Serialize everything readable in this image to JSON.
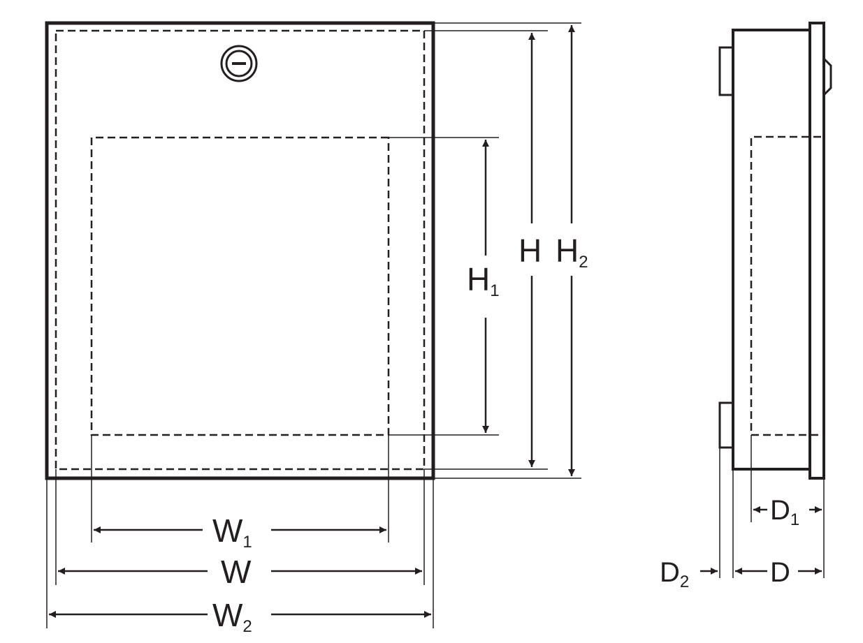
{
  "diagram": {
    "stroke_color": "#231f20",
    "background": "#ffffff",
    "front_view": {
      "lock_icon": "slot-screw-lock-icon",
      "labels": {
        "H": {
          "main": "H",
          "sub": ""
        },
        "H1": {
          "main": "H",
          "sub": "1"
        },
        "H2": {
          "main": "H",
          "sub": "2"
        },
        "W": {
          "main": "W",
          "sub": ""
        },
        "W1": {
          "main": "W",
          "sub": "1"
        },
        "W2": {
          "main": "W",
          "sub": "2"
        }
      }
    },
    "side_view": {
      "labels": {
        "D": {
          "main": "D",
          "sub": ""
        },
        "D1": {
          "main": "D",
          "sub": "1"
        },
        "D2": {
          "main": "D",
          "sub": "2"
        }
      }
    }
  }
}
